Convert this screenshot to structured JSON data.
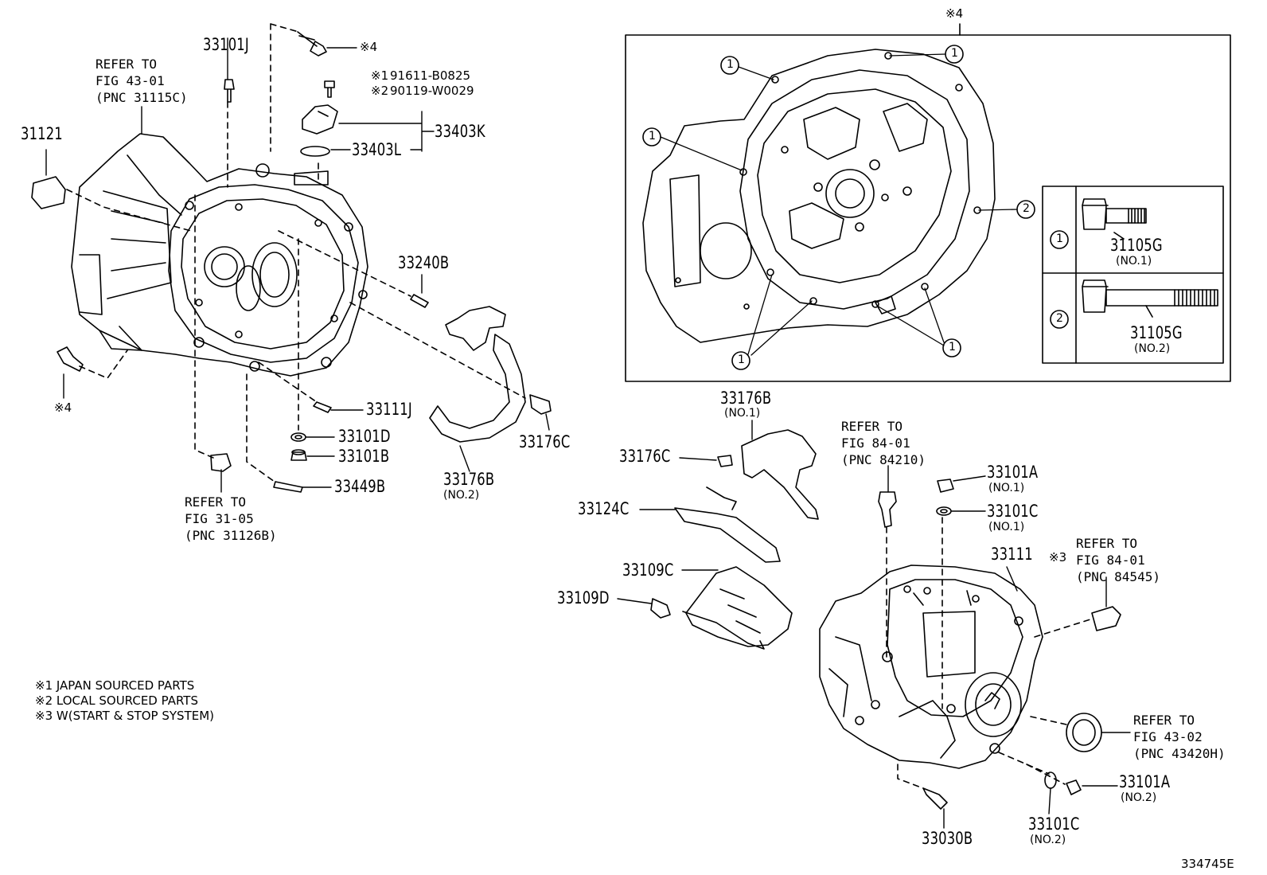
{
  "labels": {
    "p33101J_top": "33101J",
    "mark4_top": "※4",
    "refer_43_01": "REFER TO",
    "fig_43_01": "FIG 43-01",
    "pnc_31115C": "(PNC 31115C)",
    "alt1_mark": "※1",
    "alt1_part": "91611-B0825",
    "alt2_mark": "※2",
    "alt2_part": "90119-W0029",
    "p31121": "31121",
    "p33403K": "33403K",
    "p33403L": "33403L",
    "p33240B": "33240B",
    "mark4_left": "※4",
    "p33111J": "33111J",
    "p33101D": "33101D",
    "p33101B": "33101B",
    "p33449B": "33449B",
    "p33176B_no2": "33176B",
    "no2_33176B": "(NO.2)",
    "p33176C_right": "33176C",
    "refer_31_05": "REFER TO",
    "fig_31_05": "FIG 31-05",
    "pnc_31126B": "(PNC 31126B)",
    "inset_mark4": "※4",
    "p31105G_no1": "31105G",
    "no1_31105G": "(NO.1)",
    "p31105G_no2": "31105G",
    "no2_31105G": "(NO.2)",
    "p33176B_no1": "33176B",
    "no1_33176B": "(NO.1)",
    "p33176C_mid": "33176C",
    "refer_84_01a": "REFER TO",
    "fig_84_01a": "FIG 84-01",
    "pnc_84210": "(PNC 84210)",
    "p33101A_no1": "33101A",
    "no1_33101A": "(NO.1)",
    "p33101C_no1": "33101C",
    "no1_33101C": "(NO.1)",
    "p33124C": "33124C",
    "p33111": "33111",
    "refer_84_01b": "REFER TO",
    "mark3": "※3",
    "fig_84_01b": "FIG 84-01",
    "pnc_84545": "(PNC 84545)",
    "p33109C": "33109C",
    "p33109D": "33109D",
    "refer_43_02": "REFER TO",
    "fig_43_02": "FIG 43-02",
    "pnc_43420H": "(PNC 43420H)",
    "p33101A_no2": "33101A",
    "no2_33101A": "(NO.2)",
    "p33101C_no2": "33101C",
    "no2_33101C": "(NO.2)",
    "p33030B": "33030B",
    "diagram_id": "334745E"
  },
  "circle_markers": [
    "1",
    "1",
    "1",
    "1",
    "1",
    "1",
    "2"
  ],
  "legend_table": [
    {
      "marker": "1",
      "part": "31105G",
      "sub": "(NO.1)"
    },
    {
      "marker": "2",
      "part": "31105G",
      "sub": "(NO.2)"
    }
  ],
  "notes": [
    "※1 JAPAN SOURCED PARTS",
    "※2 LOCAL SOURCED PARTS",
    "※3 W(START & STOP SYSTEM)"
  ]
}
